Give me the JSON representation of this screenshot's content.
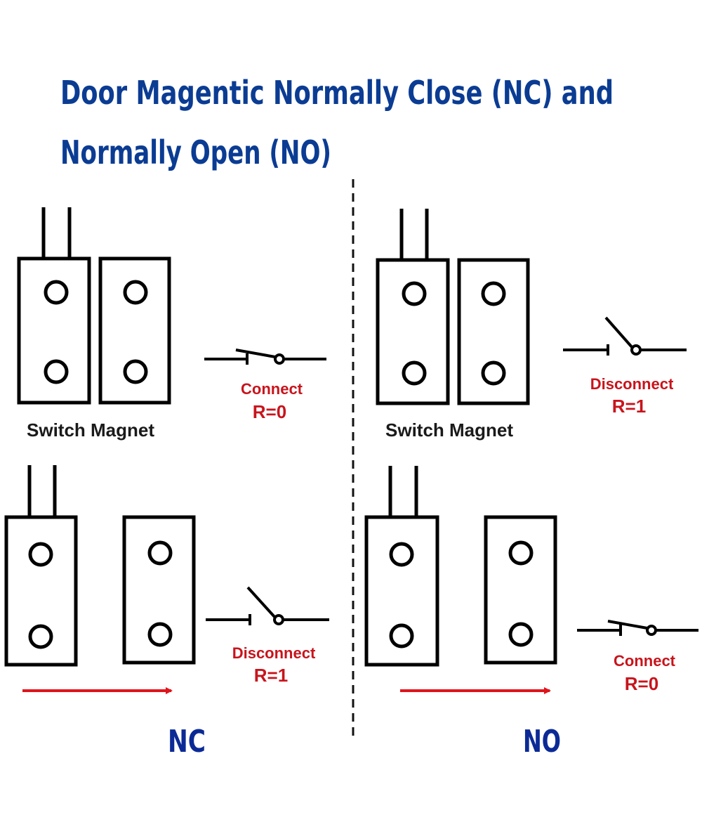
{
  "title": {
    "line1": "Door Magentic Normally Close (NC) and",
    "line2": "Normally Open (NO)"
  },
  "nc": {
    "top_caption": "Switch Magnet",
    "top_state": "Connect",
    "top_resistance": "R=0",
    "bottom_state": "Disconnect",
    "bottom_resistance": "R=1",
    "label": "NC"
  },
  "no": {
    "top_caption": "Switch Magnet",
    "top_state": "Disconnect",
    "top_resistance": "R=1",
    "bottom_state": "Connect",
    "bottom_resistance": "R=0",
    "label": "NO"
  },
  "colors": {
    "title": "#0b3c93",
    "label_red": "#c8141c",
    "arrow_red": "#e0141c",
    "big_label": "#0b2a96"
  }
}
